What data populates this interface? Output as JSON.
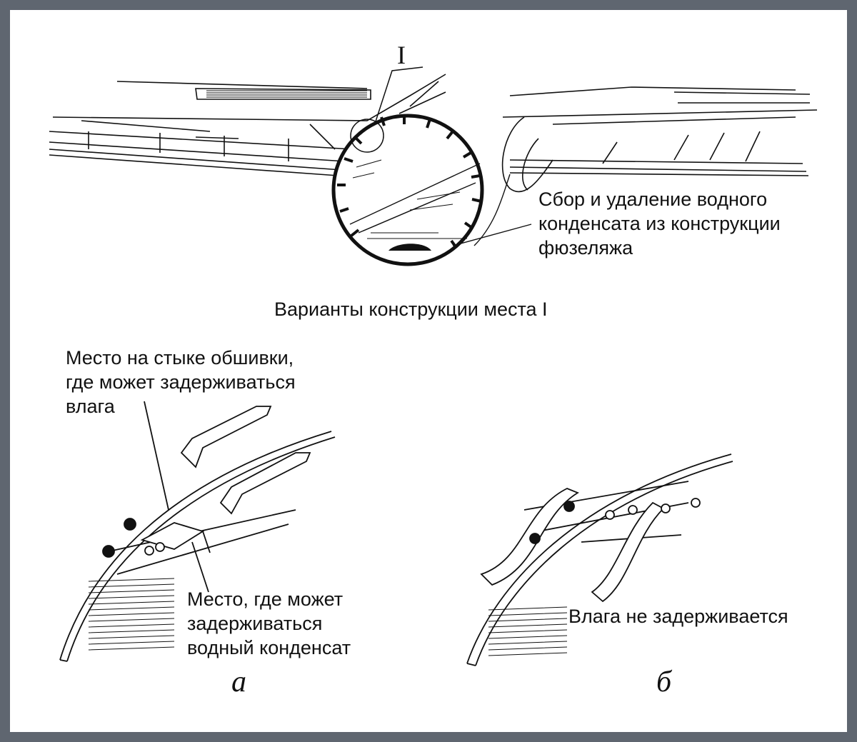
{
  "diagram": {
    "marker_I": "I",
    "label_drain": "Сбор и удаление водного\nконденсата из конструкции\nфюзеляжа",
    "title_variants": "Варианты конструкции места I",
    "label_joint": "Место на стыке обшивки,\nгде может задерживаться\nвлага",
    "label_condensate": "Место, где может\nзадерживаться\nводный конденсат",
    "label_no_moisture": "Влага не задерживается",
    "variant_a": "а",
    "variant_b": "б"
  }
}
